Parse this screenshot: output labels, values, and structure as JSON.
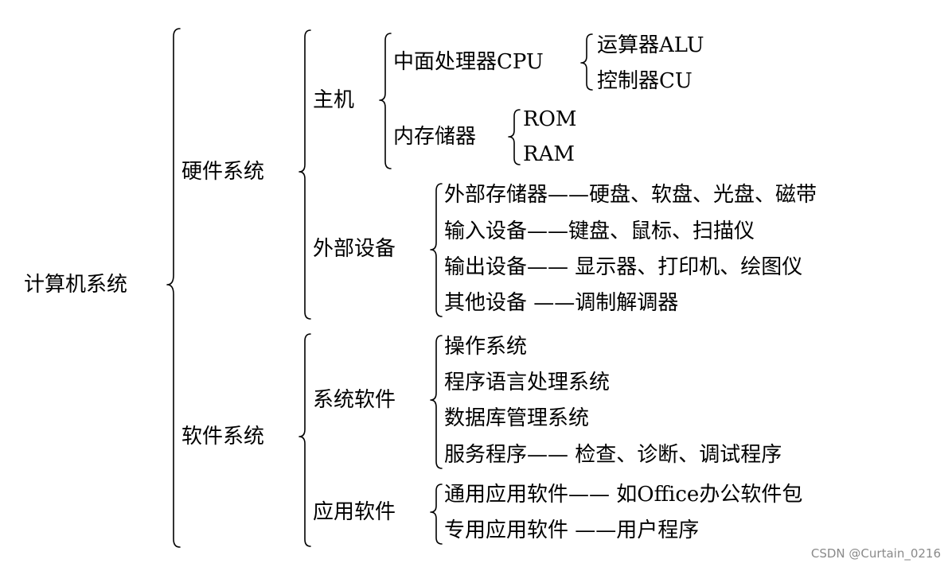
{
  "root": "计算机系统",
  "hardware": {
    "label": "硬件系统",
    "host": {
      "label": "主机",
      "cpu": {
        "label": "中面处理器CPU",
        "items": [
          "运算器ALU",
          "控制器CU"
        ]
      },
      "memory": {
        "label": "内存储器",
        "items": [
          "ROM",
          "RAM"
        ]
      }
    },
    "peripherals": {
      "label": "外部设备",
      "items": [
        "外部存储器——硬盘、软盘、光盘、磁带",
        "输入设备——键盘、鼠标、扫描仪",
        "输出设备—— 显示器、打印机、绘图仪",
        "其他设备 ——调制解调器"
      ]
    }
  },
  "software": {
    "label": "软件系统",
    "system": {
      "label": "系统软件",
      "items": [
        "操作系统",
        "程序语言处理系统",
        "数据库管理系统",
        "服务程序—— 检查、诊断、调试程序"
      ]
    },
    "application": {
      "label": "应用软件",
      "items": [
        "通用应用软件—— 如Office办公软件包",
        "专用应用软件 ——用户程序"
      ]
    }
  },
  "watermark": "CSDN @Curtain_0216"
}
